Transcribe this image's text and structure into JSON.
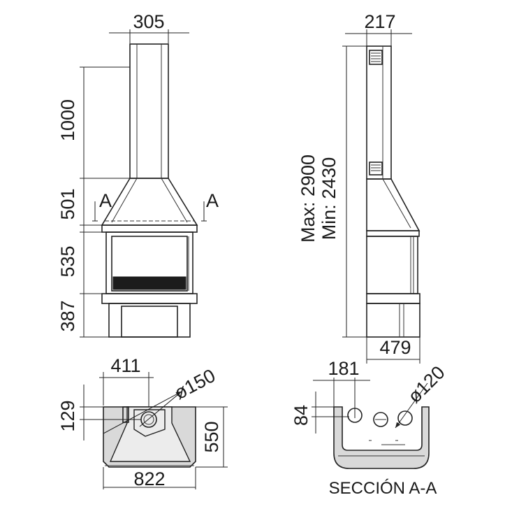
{
  "front": {
    "width": "305",
    "h_chimney": "1000",
    "h_hood": "501",
    "h_firebox": "535",
    "h_base": "387",
    "section_mark_left": "A",
    "section_mark_right": "A"
  },
  "side": {
    "depth_top": "217",
    "height_max": "Max: 2900",
    "height_min": "Min: 2430",
    "depth_base": "479"
  },
  "plan": {
    "offset": "411",
    "flue_diameter": "ø150",
    "depth_offset": "129",
    "total_width": "822",
    "total_depth": "550"
  },
  "section": {
    "offset": "181",
    "inlet_diameter": "ø120",
    "depth_offset": "84",
    "title": "SECCIÓN A-A"
  }
}
